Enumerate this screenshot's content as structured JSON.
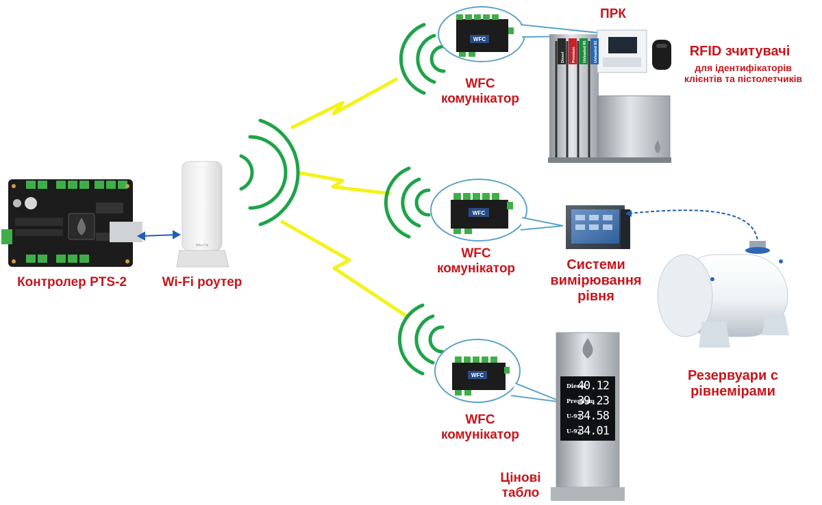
{
  "labels": {
    "controller": "Контролер PTS-2",
    "router": "Wi-Fi роутер",
    "wfc_top": [
      "WFC",
      "комунікатор"
    ],
    "wfc_mid": [
      "WFC",
      "комунікатор"
    ],
    "wfc_bottom": [
      "WFC",
      "комунікатор"
    ],
    "prk": "ПРК",
    "rfid_title": "RFID зчитувачі",
    "rfid_sub": [
      "для ідентифікаторів",
      "клієнтів та пістолетчиків"
    ],
    "level_systems": [
      "Системи",
      "вимірювання",
      "рівня"
    ],
    "tanks": [
      "Резервуари с",
      "рівнемірами"
    ],
    "price_board": [
      "Цінові",
      "табло"
    ]
  },
  "board_text": {
    "wfc_chip": "WFC",
    "router_brand": "MikroTik"
  },
  "dispenser_hoses": [
    "Diesel",
    "Premium",
    "Unleaded 95",
    "Unleaded 92"
  ],
  "price_sign": [
    {
      "fuel": "Diesel",
      "price": "40.12"
    },
    {
      "fuel": "Premium",
      "price": "39.23"
    },
    {
      "fuel": "U-95",
      "price": "34.58"
    },
    {
      "fuel": "U-92",
      "price": "34.01"
    }
  ],
  "colors": {
    "label_red": "#c4161c",
    "wifi_green": "#1fa34a",
    "link_yellow": "#f2f200",
    "cable_blue": "#1f5fb4",
    "pcb_black": "#1c1c1c",
    "terminal_green": "#3fae49"
  }
}
